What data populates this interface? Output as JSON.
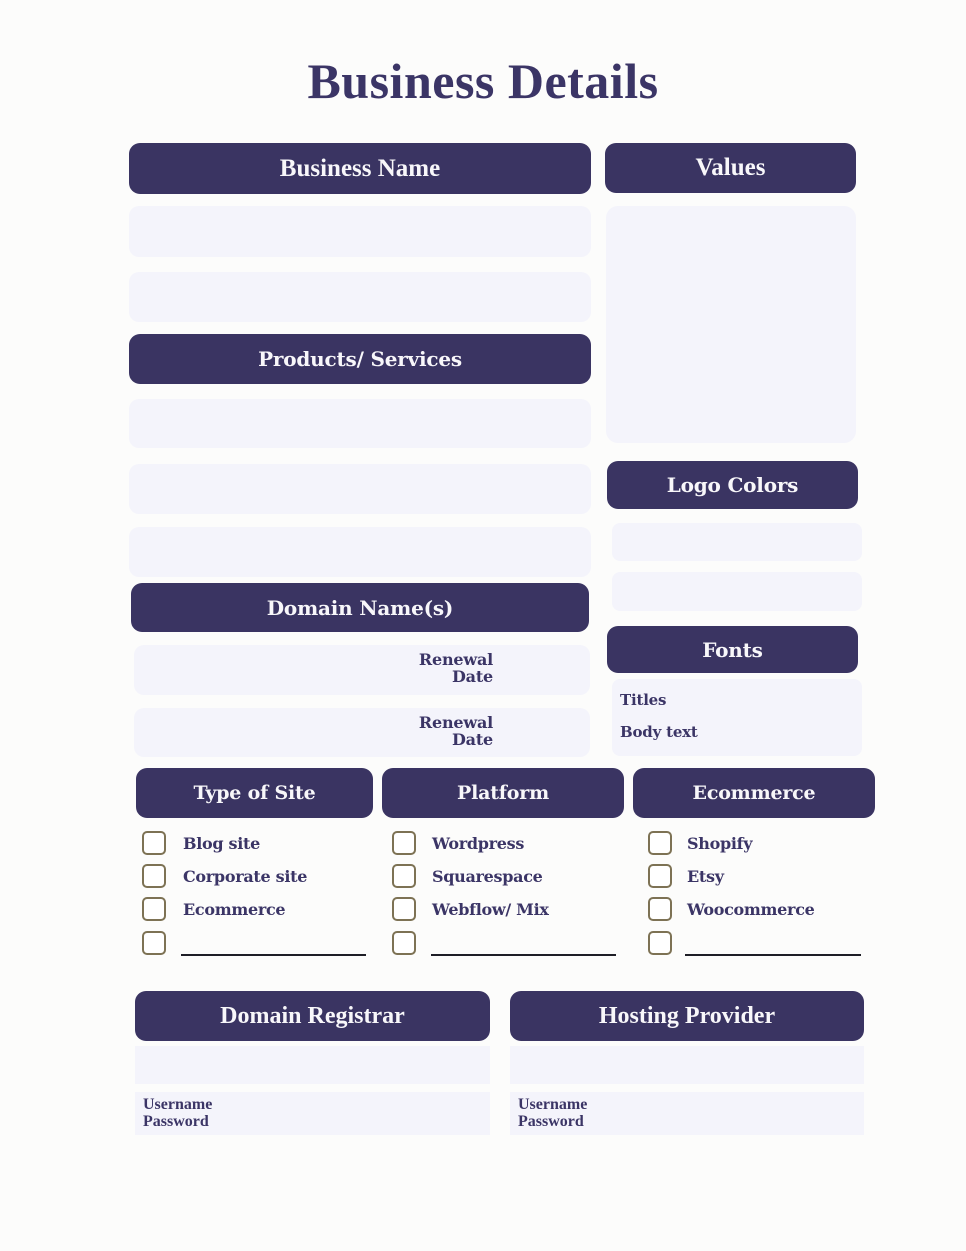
{
  "title": "Business Details",
  "sections": {
    "business_name": {
      "label": "Business Name"
    },
    "values": {
      "label": "Values"
    },
    "products_services": {
      "label": "Products/ Services"
    },
    "logo_colors": {
      "label": "Logo Colors"
    },
    "domain_names": {
      "label": "Domain Name(s)",
      "renewal_label": "Renewal\nDate"
    },
    "fonts": {
      "label": "Fonts",
      "titles": "Titles",
      "body_text": "Body text"
    },
    "type_of_site": {
      "label": "Type of Site",
      "options": [
        "Blog site",
        "Corporate site",
        "Ecommerce"
      ]
    },
    "platform": {
      "label": "Platform",
      "options": [
        "Wordpress",
        "Squarespace",
        "Webflow/ Mix"
      ]
    },
    "ecommerce": {
      "label": "Ecommerce",
      "options": [
        "Shopify",
        "Etsy",
        "Woocommerce"
      ]
    },
    "domain_registrar": {
      "label": "Domain Registrar",
      "credentials": "Username\nPassword"
    },
    "hosting_provider": {
      "label": "Hosting Provider",
      "credentials": "Username\nPassword"
    }
  },
  "colors": {
    "header_bg": "#3a3462",
    "header_text": "#f8f7fa",
    "field_bg": "#f4f4fb",
    "label_text": "#3b3566",
    "checkbox_border": "#7d7254",
    "writein_line": "#1e1e26",
    "page_bg": "#fcfcfb"
  }
}
